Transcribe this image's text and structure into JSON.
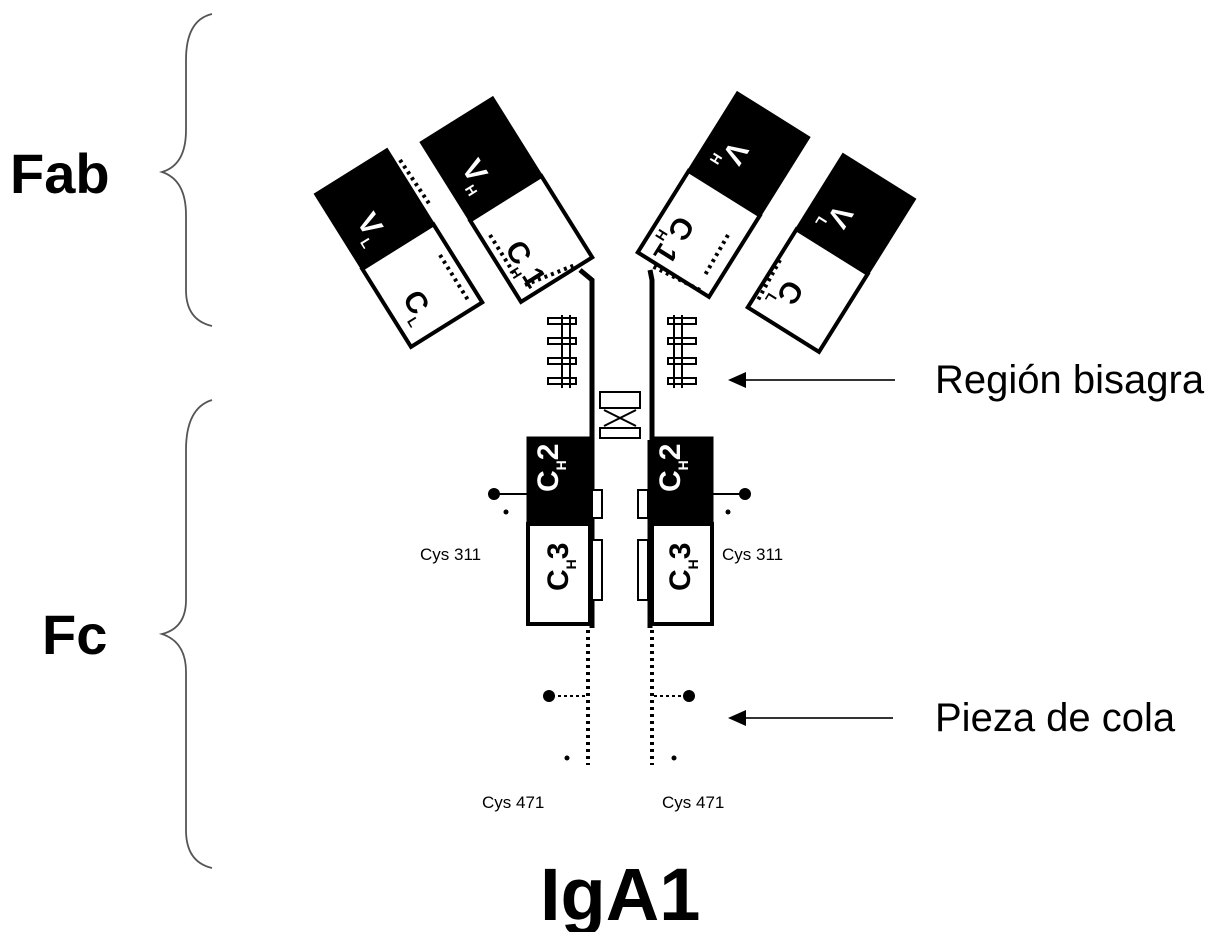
{
  "labels": {
    "fab": "Fab",
    "fc": "Fc",
    "title": "IgA1",
    "hinge": "Región bisagra",
    "tailpiece": "Pieza de cola",
    "cys311_left": "Cys 311",
    "cys311_right": "Cys 311",
    "cys471_left": "Cys 471",
    "cys471_right": "Cys 471"
  },
  "domains": {
    "vl": "V",
    "vl_sub": "L",
    "vh": "V",
    "vh_sub": "H",
    "ch1": "C",
    "ch1_sub": "H",
    "ch1_num": "1",
    "cl": "C",
    "cl_sub": "L",
    "ch2": "C",
    "ch2_sub": "H",
    "ch2_num": "2",
    "ch3": "C",
    "ch3_sub": "H",
    "ch3_num": "3"
  }
}
